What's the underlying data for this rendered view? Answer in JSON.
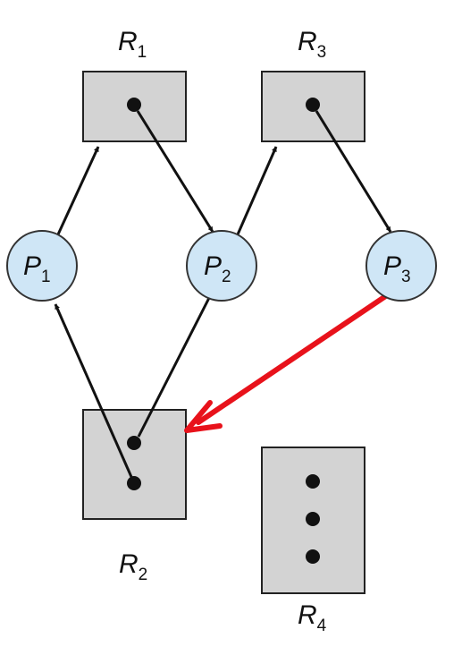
{
  "resources": [
    {
      "id": "R1",
      "letter": "R",
      "sub": "1",
      "instances": 1
    },
    {
      "id": "R3",
      "letter": "R",
      "sub": "3",
      "instances": 1
    },
    {
      "id": "R2",
      "letter": "R",
      "sub": "2",
      "instances": 2
    },
    {
      "id": "R4",
      "letter": "R",
      "sub": "4",
      "instances": 3
    }
  ],
  "processes": [
    {
      "id": "P1",
      "letter": "P",
      "sub": "1"
    },
    {
      "id": "P2",
      "letter": "P",
      "sub": "2"
    },
    {
      "id": "P3",
      "letter": "P",
      "sub": "3"
    }
  ],
  "edges": [
    {
      "from": "P1",
      "to": "R1",
      "kind": "request"
    },
    {
      "from": "R1",
      "to": "P2",
      "kind": "assignment"
    },
    {
      "from": "P2",
      "to": "R3",
      "kind": "request"
    },
    {
      "from": "R3",
      "to": "P3",
      "kind": "assignment"
    },
    {
      "from": "R2",
      "to": "P1",
      "kind": "assignment"
    },
    {
      "from": "R2",
      "to": "P2",
      "kind": "assignment"
    },
    {
      "from": "P3",
      "to": "R2",
      "kind": "request",
      "highlight": true
    }
  ],
  "colors": {
    "resource_fill": "#d3d3d3",
    "resource_stroke": "#222222",
    "process_fill": "#cfe6f6",
    "process_stroke": "#333333",
    "edge": "#111111",
    "highlight_edge": "#e8121b"
  }
}
